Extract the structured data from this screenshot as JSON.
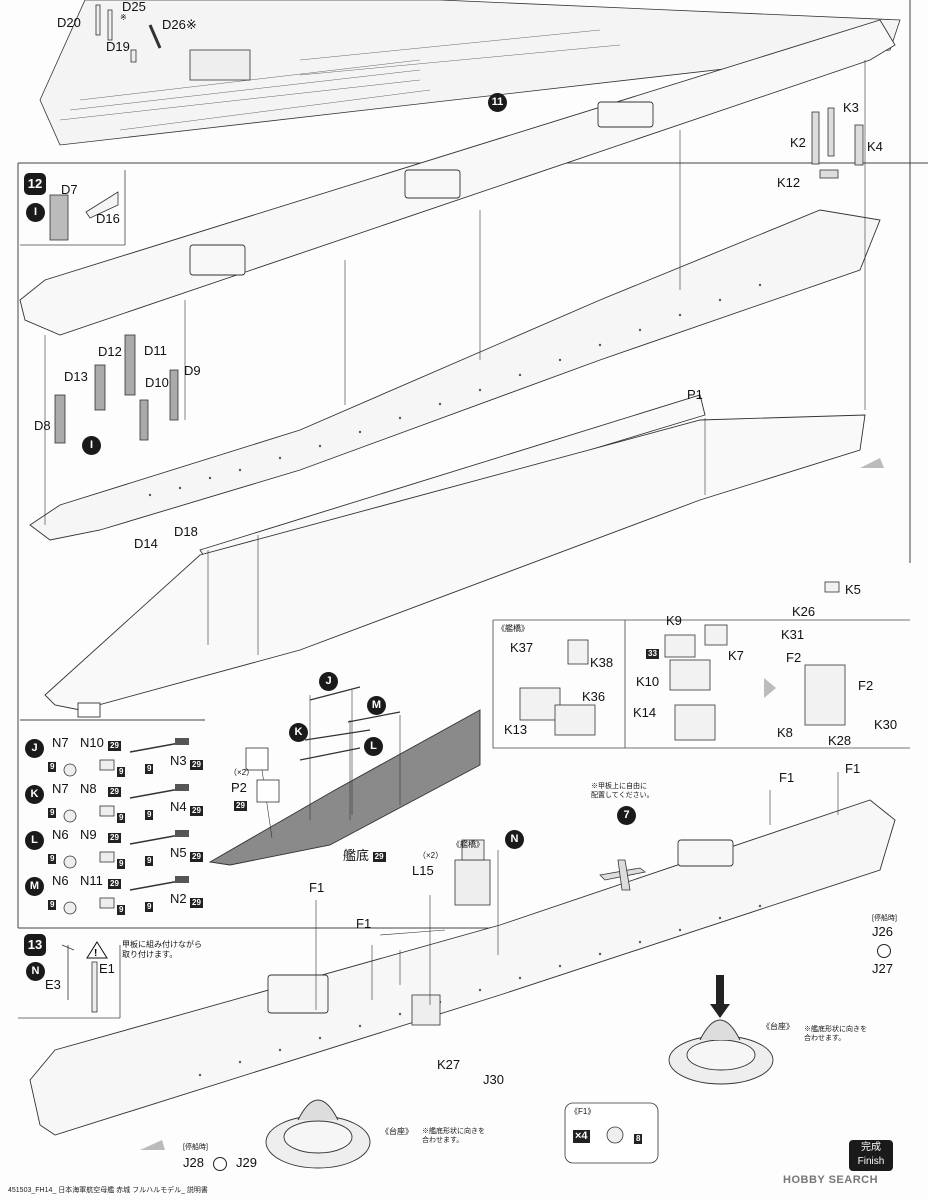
{
  "header_labels": {
    "d20": "D20",
    "d25": "D25",
    "d25_mark": "※",
    "d19": "D19",
    "d26": "D26※"
  },
  "step11": {
    "number": "11"
  },
  "step12": {
    "number": "12",
    "sub_ref": "I",
    "inset_labels": {
      "d7": "D7",
      "d16": "D16"
    },
    "parts": {
      "d12": "D12",
      "d11": "D11",
      "d13": "D13",
      "d10": "D10",
      "d9": "D9",
      "d8": "D8",
      "d14": "D14",
      "d18": "D18",
      "p1": "P1",
      "k2": "K2",
      "k3": "K3",
      "k4": "K4",
      "k12": "K12"
    }
  },
  "hull_bottom": {
    "label": "艦底",
    "badge": "29",
    "p2_count": "（×2）",
    "p2": "P2",
    "p2_badge": "29",
    "circle_refs": {
      "j": "J",
      "k": "K",
      "l": "L",
      "m": "M"
    }
  },
  "prop_sets": [
    {
      "ref": "J",
      "n_small": "N7",
      "n_small_badge": "9",
      "n_mid": "N10",
      "n_mid_badge": "29",
      "n_mid_bottom_badge": "9",
      "n_long": "N3",
      "n_long_badge": "29",
      "n_long_bottom_badge": "9"
    },
    {
      "ref": "K",
      "n_small": "N7",
      "n_small_badge": "9",
      "n_mid": "N8",
      "n_mid_badge": "29",
      "n_mid_bottom_badge": "9",
      "n_long": "N4",
      "n_long_badge": "29",
      "n_long_bottom_badge": "9"
    },
    {
      "ref": "L",
      "n_small": "N6",
      "n_small_badge": "9",
      "n_mid": "N9",
      "n_mid_badge": "29",
      "n_mid_bottom_badge": "9",
      "n_long": "N5",
      "n_long_badge": "29",
      "n_long_bottom_badge": "9"
    },
    {
      "ref": "M",
      "n_small": "N6",
      "n_small_badge": "9",
      "n_mid": "N11",
      "n_mid_badge": "29",
      "n_mid_bottom_badge": "9",
      "n_long": "N2",
      "n_long_badge": "29",
      "n_long_bottom_badge": "9"
    }
  ],
  "bridge_box": {
    "title": "《艦橋》",
    "parts": {
      "k37": "K37",
      "k38": "K38",
      "k36": "K36",
      "k13": "K13",
      "k9": "K9",
      "k7": "K7",
      "k10": "K10",
      "k14": "K14",
      "k5": "K5",
      "k26": "K26",
      "k31": "K31",
      "f2a": "F2",
      "f2b": "F2",
      "k8": "K8",
      "k28": "K28",
      "k30": "K30"
    },
    "badge_33": "33"
  },
  "step13": {
    "number": "13",
    "sub_ref": "N",
    "warning": "甲板に組み付けながら\n取り付けます。",
    "inset": {
      "e1": "E1",
      "e3": "E3"
    },
    "step7_circle": "7",
    "note_free": "※甲板上に自由に\n配置してください。",
    "parts": {
      "f1a": "F1",
      "f1b": "F1",
      "f1c": "F1",
      "f1d": "F1",
      "l15_count": "（×2）",
      "l15": "L15",
      "bridge_label": "《艦橋》",
      "n_circle": "N",
      "k27": "K27",
      "j30": "J30"
    },
    "moored_right": {
      "label": "[停船時]",
      "j26": "J26",
      "j27": "J27"
    },
    "moored_left": {
      "label": "[停船時]",
      "j28": "J28",
      "j29": "J29"
    },
    "stand_right": {
      "title": "《台座》",
      "note": "※艦底形状に向きを\n合わせます。"
    },
    "stand_left": {
      "title": "《台座》",
      "note": "※艦底形状に向きを\n合わせます。"
    },
    "f1_box": {
      "title": "《F1》",
      "count": "×4",
      "badge": "8"
    }
  },
  "finish": {
    "jp": "完成",
    "en": "Finish"
  },
  "footer": "451503_FH14_ 日本海軍航空母艦 赤城 フルハルモデル_ 説明書",
  "watermark": "HOBBY SEARCH"
}
